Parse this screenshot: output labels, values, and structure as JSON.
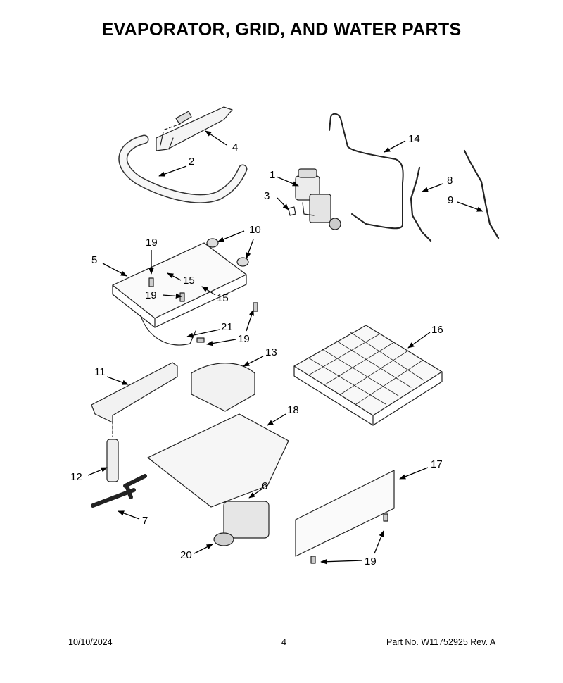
{
  "page": {
    "title": "EVAPORATOR, GRID, AND WATER PARTS"
  },
  "callouts": {
    "c1": "1",
    "c2": "2",
    "c3": "3",
    "c4": "4",
    "c5": "5",
    "c6": "6",
    "c7": "7",
    "c8": "8",
    "c9": "9",
    "c10": "10",
    "c11": "11",
    "c12": "12",
    "c13": "13",
    "c14": "14",
    "c15a": "15",
    "c15b": "15",
    "c16": "16",
    "c17": "17",
    "c18": "18",
    "c19a": "19",
    "c19b": "19",
    "c19c": "19",
    "c19d": "19",
    "c20": "20",
    "c21": "21"
  },
  "footer": {
    "date": "10/10/2024",
    "page_number": "4",
    "part_number": "Part No.  W11752925   Rev.  A"
  }
}
